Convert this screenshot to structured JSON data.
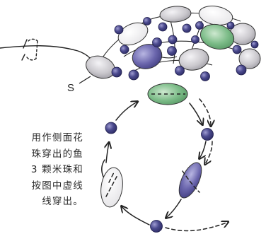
{
  "label_s": "S",
  "instructions": {
    "lines": [
      "用作侧面花",
      "珠穿出的鱼",
      "3 颗米珠和",
      "按图中虚线",
      "线穿出。"
    ]
  },
  "colors": {
    "seed_bead": "#4b4a8e",
    "seed_bead_dark": "#2e2d66",
    "crystal_gray": "#c7c5c9",
    "crystal_green": "#78b984",
    "crystal_blue": "#6560a8",
    "line": "#222222"
  }
}
